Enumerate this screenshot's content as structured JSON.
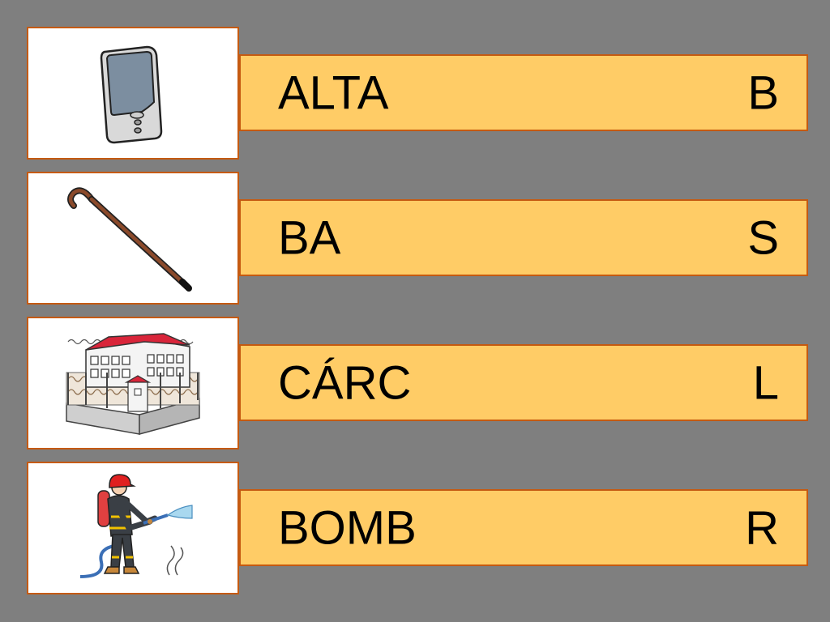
{
  "rows": [
    {
      "word": "ALTA",
      "letter": "B",
      "picture": "pocket-pc-icon"
    },
    {
      "word": "BA",
      "letter": "S",
      "picture": "walking-cane-icon"
    },
    {
      "word": "CÁRC",
      "letter": "L",
      "picture": "prison-building-icon"
    },
    {
      "word": "BOMB",
      "letter": "R",
      "picture": "firefighter-icon"
    }
  ],
  "colors": {
    "background": "#7f7f7f",
    "bar": "#ffcc66",
    "border": "#c55a11",
    "card": "#ffffff"
  }
}
